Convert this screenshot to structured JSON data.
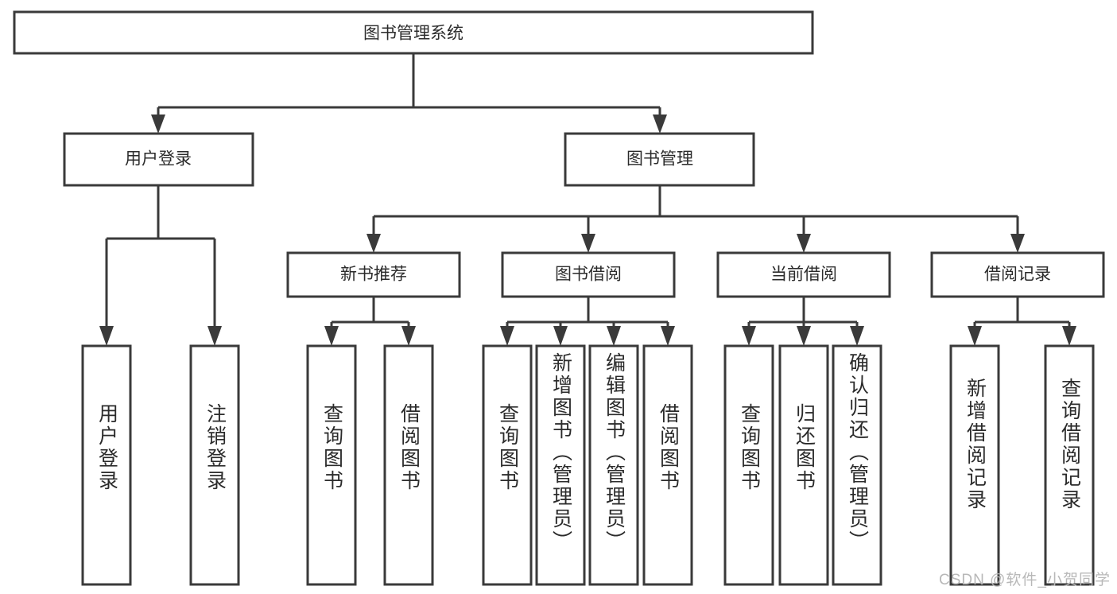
{
  "diagram": {
    "type": "tree-hierarchy",
    "title": "图书管理系统",
    "root": {
      "id": "root",
      "label": "图书管理系统",
      "orientation": "horizontal"
    },
    "level2": [
      {
        "id": "user-login",
        "label": "用户登录",
        "orientation": "horizontal"
      },
      {
        "id": "book-manage",
        "label": "图书管理",
        "orientation": "horizontal"
      }
    ],
    "level3": [
      {
        "id": "new-book-recommend",
        "label": "新书推荐",
        "orientation": "horizontal",
        "parent": "book-manage"
      },
      {
        "id": "book-borrow",
        "label": "图书借阅",
        "orientation": "horizontal",
        "parent": "book-manage"
      },
      {
        "id": "current-borrow",
        "label": "当前借阅",
        "orientation": "horizontal",
        "parent": "book-manage"
      },
      {
        "id": "borrow-record",
        "label": "借阅记录",
        "orientation": "horizontal",
        "parent": "book-manage"
      }
    ],
    "leaves": [
      {
        "id": "leaf-user-login",
        "label": "用户登录",
        "parent": "user-login",
        "orientation": "vertical"
      },
      {
        "id": "leaf-logout-login",
        "label": "注销登录",
        "parent": "user-login",
        "orientation": "vertical"
      },
      {
        "id": "leaf-query-book-1",
        "label": "查询图书",
        "parent": "new-book-recommend",
        "orientation": "vertical"
      },
      {
        "id": "leaf-borrow-book-1",
        "label": "借阅图书",
        "parent": "new-book-recommend",
        "orientation": "vertical"
      },
      {
        "id": "leaf-query-book-2",
        "label": "查询图书",
        "parent": "book-borrow",
        "orientation": "vertical"
      },
      {
        "id": "leaf-add-book",
        "label": "新增图书（管理员）",
        "parent": "book-borrow",
        "orientation": "vertical"
      },
      {
        "id": "leaf-edit-book",
        "label": "编辑图书（管理员）",
        "parent": "book-borrow",
        "orientation": "vertical"
      },
      {
        "id": "leaf-borrow-book-2",
        "label": "借阅图书",
        "parent": "book-borrow",
        "orientation": "vertical"
      },
      {
        "id": "leaf-query-book-3",
        "label": "查询图书",
        "parent": "current-borrow",
        "orientation": "vertical"
      },
      {
        "id": "leaf-return-book",
        "label": "归还图书",
        "parent": "current-borrow",
        "orientation": "vertical"
      },
      {
        "id": "leaf-confirm-return",
        "label": "确认归还（管理员）",
        "parent": "current-borrow",
        "orientation": "vertical"
      },
      {
        "id": "leaf-add-record",
        "label": "新增借阅记录",
        "parent": "borrow-record",
        "orientation": "vertical"
      },
      {
        "id": "leaf-query-record",
        "label": "查询借阅记录",
        "parent": "borrow-record",
        "orientation": "vertical"
      }
    ],
    "colors": {
      "box_stroke": "#3a3a3a",
      "box_fill": "#ffffff",
      "text": "#2b2b2b",
      "connector": "#3a3a3a",
      "watermark": "#b8b8b8",
      "background": "#ffffff"
    }
  },
  "watermark": {
    "text": "CSDN @软件_小贺同学"
  }
}
